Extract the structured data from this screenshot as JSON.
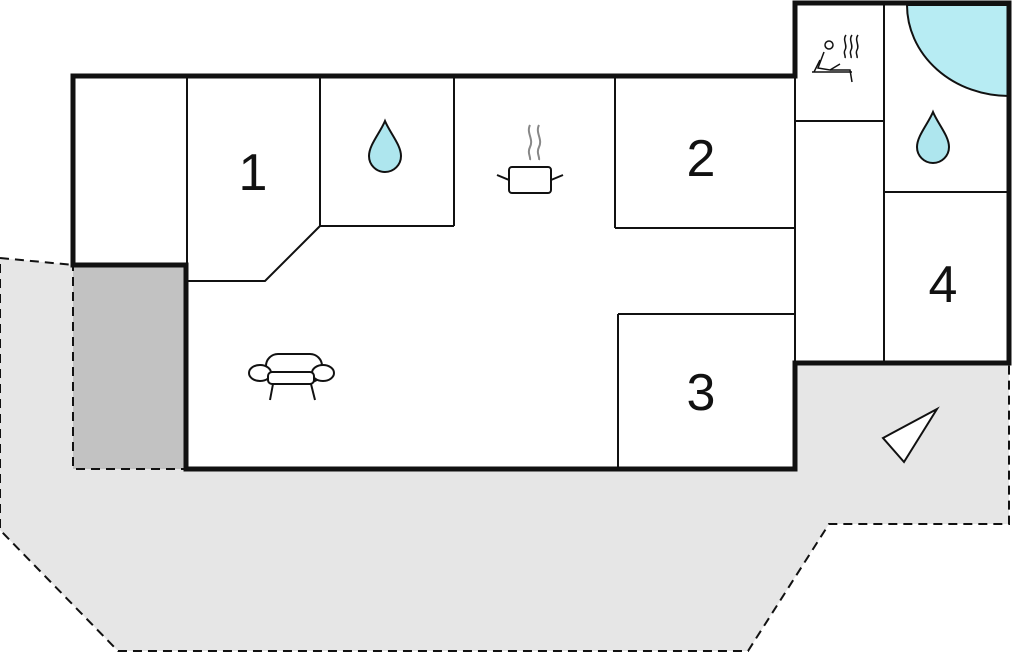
{
  "rooms": [
    {
      "number": "1"
    },
    {
      "number": "2"
    },
    {
      "number": "3"
    },
    {
      "number": "4"
    }
  ],
  "icons": {
    "water_1": "water-drop",
    "water_2": "water-drop",
    "kitchen": "cooking-pot",
    "living": "sofa",
    "sauna": "sauna",
    "terrace_direction": "triangle-marker",
    "hot_tub": "hot-tub"
  },
  "colors": {
    "wall": "#111111",
    "terrace": "#e6e6e6",
    "shade": "#c2c2c2",
    "water": "#aee6ee",
    "hot_tub": "#b7ecf3"
  }
}
